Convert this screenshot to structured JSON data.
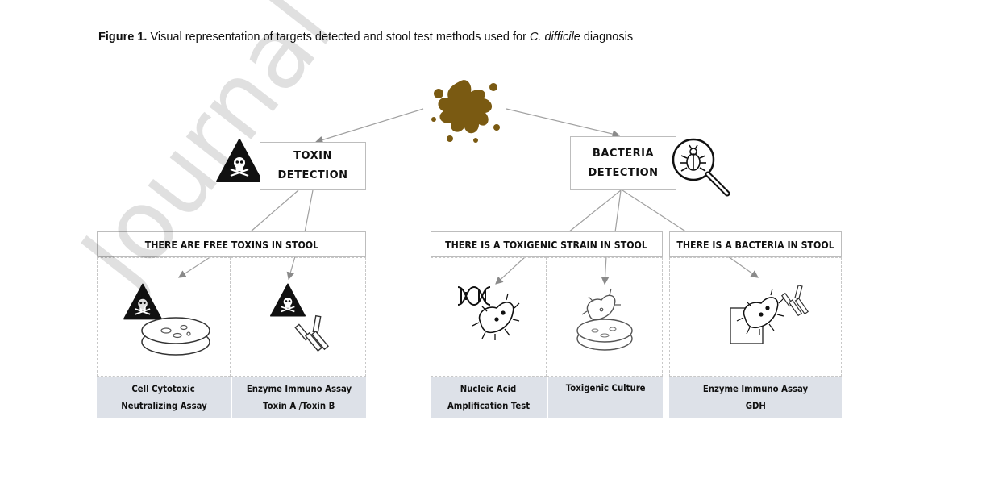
{
  "caption": {
    "figure_label": "Figure 1.",
    "text_before": "Visual representation of targets detected and stool test methods used for",
    "organism": "C. difficile",
    "text_after": "diagnosis"
  },
  "watermark": "Journal Pre-proof",
  "toxin_detection": {
    "line1": "TOXIN",
    "line2": "DETECTION"
  },
  "bacteria_detection": {
    "line1": "BACTERIA",
    "line2": "DETECTION"
  },
  "headers": {
    "free_toxins": "THERE ARE FREE TOXINS IN STOOL",
    "toxigenic_strain": "THERE IS A TOXIGENIC STRAIN IN STOOL",
    "bacteria_in_stool": "THERE IS A BACTERIA IN STOOL"
  },
  "methods": [
    {
      "line1": "Cell Cytotoxic",
      "line2": "Neutralizing Assay"
    },
    {
      "line1": "Enzyme Immuno Assay",
      "line2": "Toxin A /Toxin B"
    },
    {
      "line1": "Nucleic Acid",
      "line2": "Amplification Test"
    },
    {
      "line1": "Toxigenic Culture",
      "line2": ""
    },
    {
      "line1": "Enzyme Immuno Assay",
      "line2": "GDH"
    }
  ],
  "colors": {
    "stool": "#7a5a12",
    "label_bg": "#dde1e8",
    "lines": "#9e9e9e"
  },
  "icons": [
    "stool-splat-icon",
    "skull-warning-icon",
    "bug-magnifier-icon",
    "petri-dish-icon",
    "antibody-icon",
    "dna-icon",
    "bacterium-icon"
  ]
}
